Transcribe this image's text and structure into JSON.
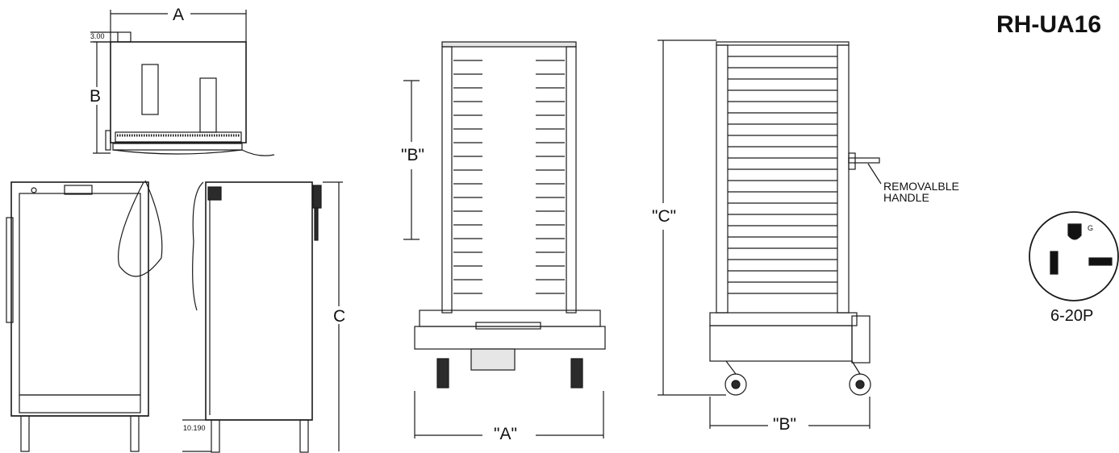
{
  "title": "RH-UA16",
  "labels": {
    "dim_A": "A",
    "dim_B": "B",
    "dim_C": "C",
    "dim_3": "3.00",
    "dim_10": "10.190",
    "dim_A_q": "\"A\"",
    "dim_B_q": "\"B\"",
    "dim_B_q2": "\"B\"",
    "dim_C_q": "\"C\"",
    "handle_line1": "REMOVALBLE",
    "handle_line2": "HANDLE",
    "plug_name": "6-20P",
    "plug_ground": "G"
  },
  "colors": {
    "line": "#1a1a1a",
    "fill_dark": "#2b2b2b",
    "fill_light": "#e6e6e6"
  }
}
